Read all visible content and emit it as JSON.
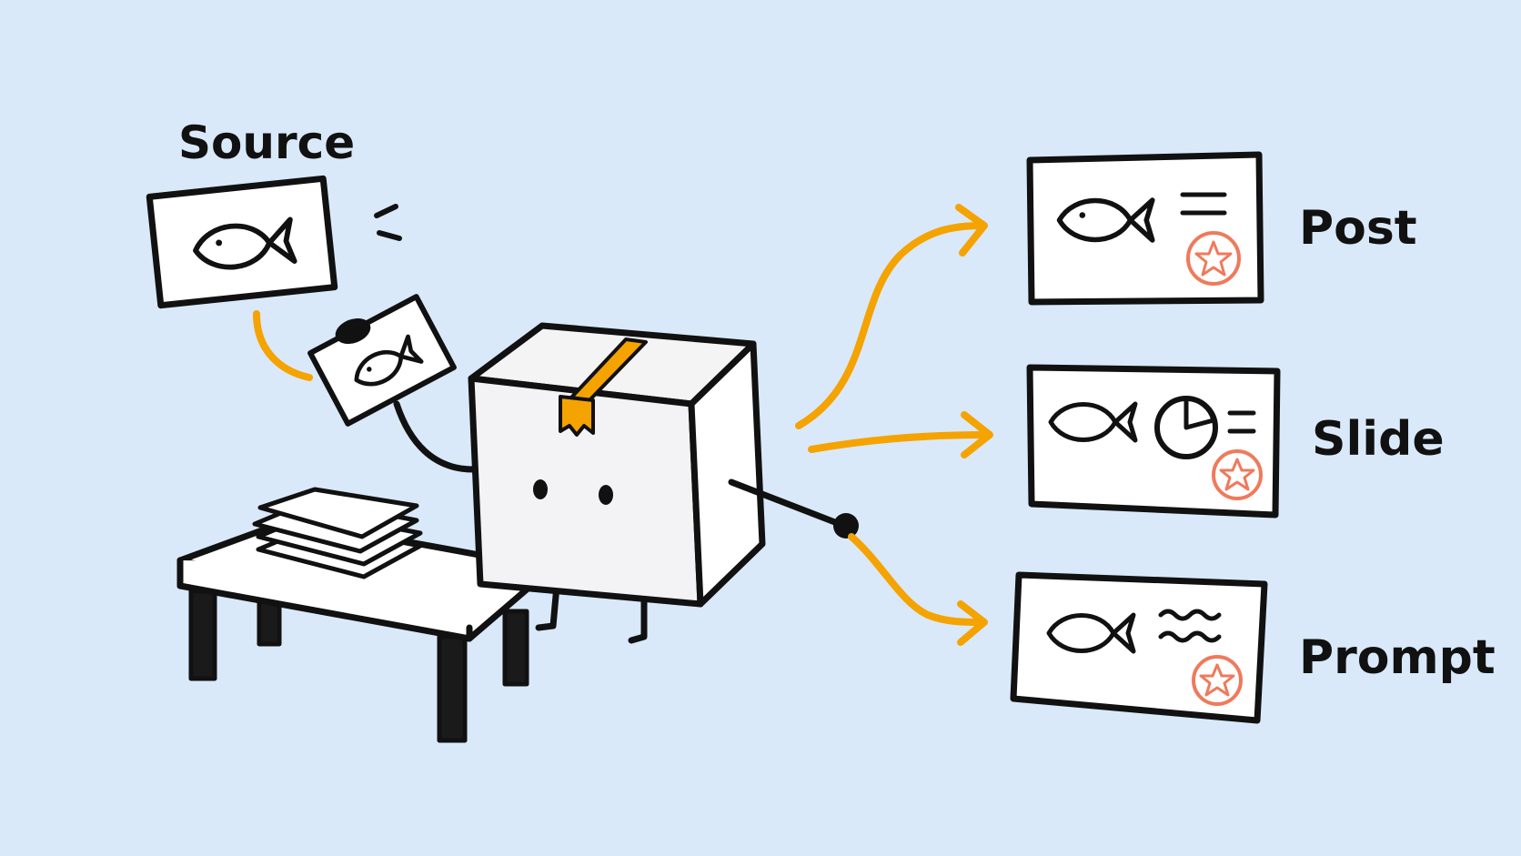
{
  "background": "#d9e9fa",
  "colors": {
    "ink": "#111111",
    "accent": "#f5a300",
    "badge": "#ef7a5b",
    "paper": "#ffffff"
  },
  "source": {
    "label": "Source",
    "icon": "fish-icon"
  },
  "outputs": [
    {
      "label": "Post",
      "icons": [
        "fish-icon",
        "text-lines-icon",
        "star-badge-icon"
      ]
    },
    {
      "label": "Slide",
      "icons": [
        "fish-icon",
        "pie-chart-icon",
        "text-lines-icon",
        "star-badge-icon"
      ]
    },
    {
      "label": "Prompt",
      "icons": [
        "fish-icon",
        "wavy-lines-icon",
        "star-badge-icon"
      ]
    }
  ],
  "character": {
    "icon": "box-character-icon"
  }
}
